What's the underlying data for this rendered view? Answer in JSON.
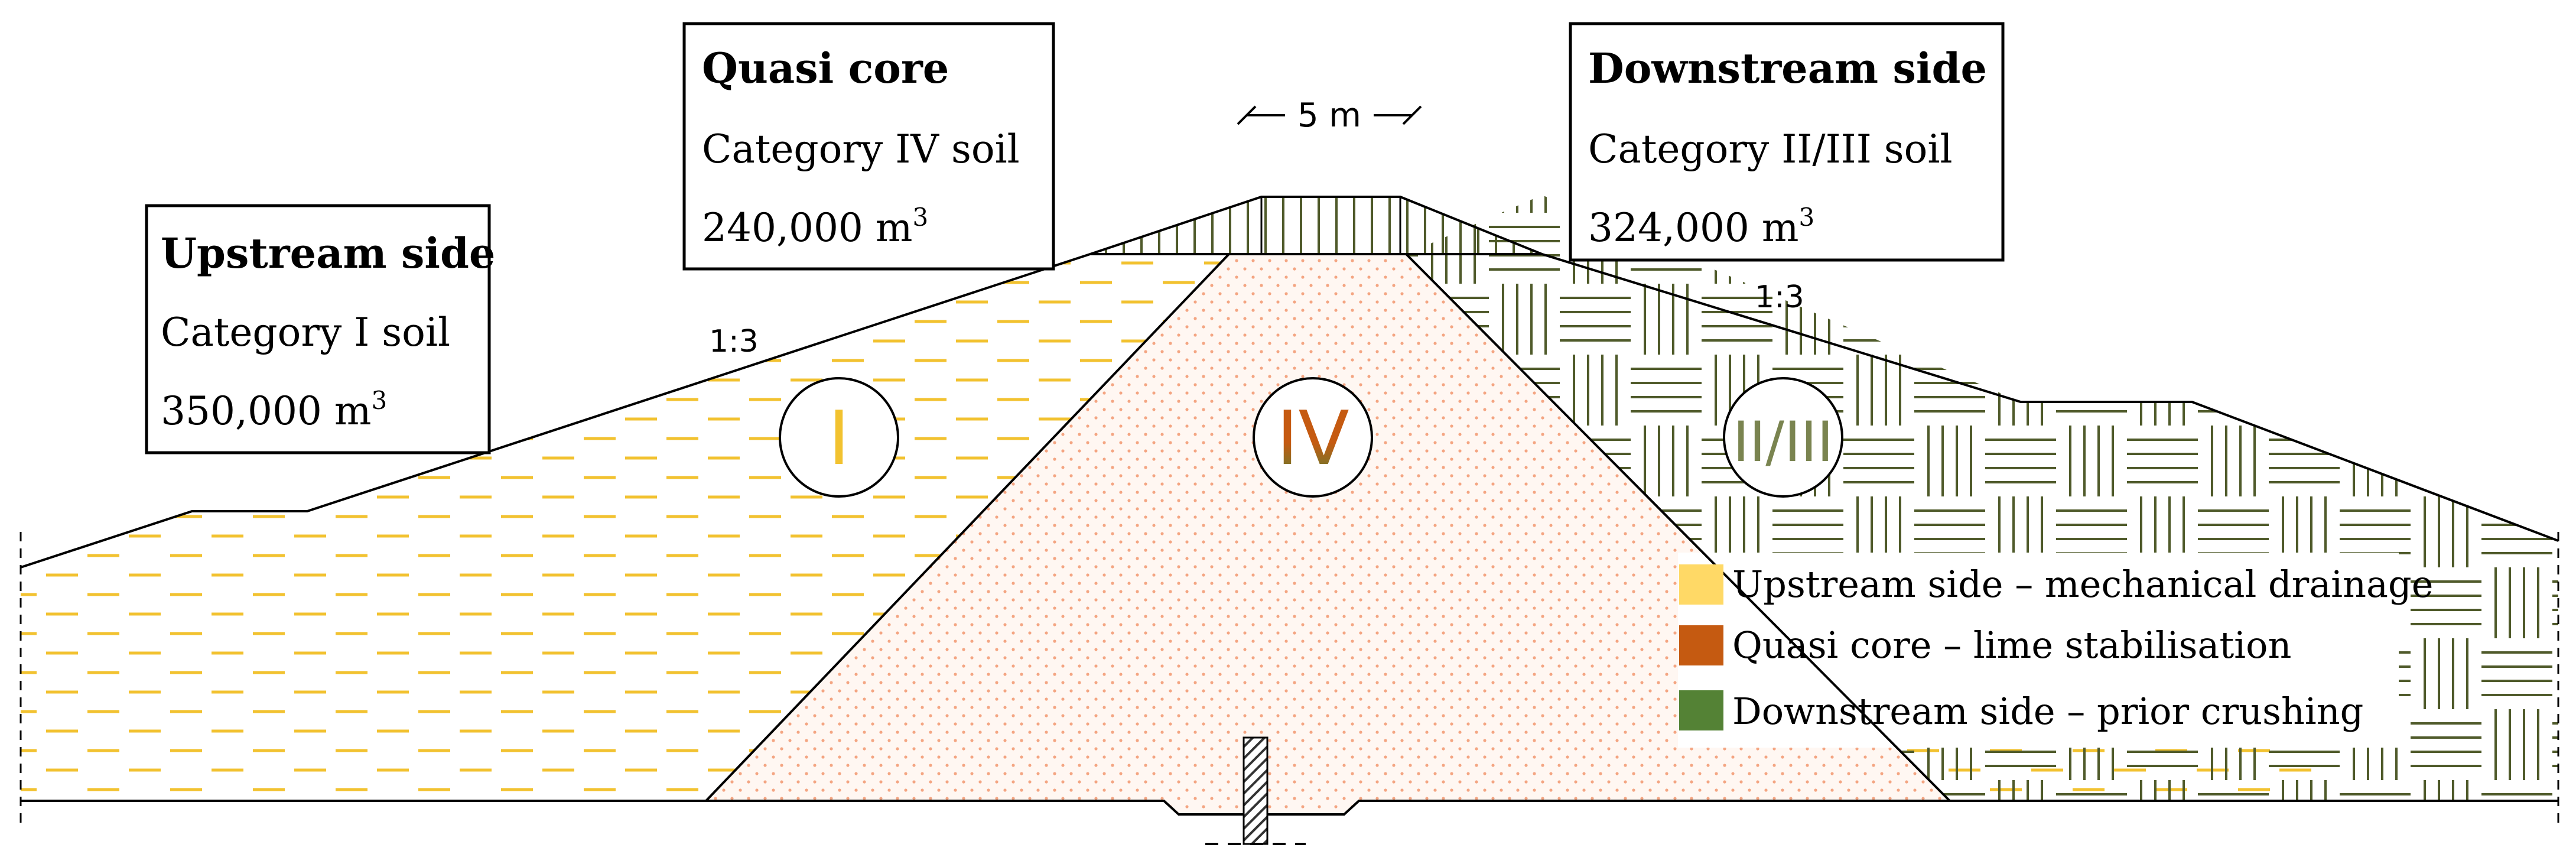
{
  "boxes": {
    "upstream": {
      "title": "Upstream side",
      "category": "Category I soil",
      "volume_num": "350,000 m",
      "volume_sup": "3"
    },
    "core": {
      "title": "Quasi core",
      "category": "Category IV soil",
      "volume_num": "240,000 m",
      "volume_sup": "3"
    },
    "downstream": {
      "title": "Downstream side",
      "category": "Category II/III soil",
      "volume_num": "324,000 m",
      "volume_sup": "3"
    }
  },
  "zones": {
    "upstream": "I",
    "core": "IV",
    "downstream": "II/III"
  },
  "slopes": {
    "upstream": "1:3",
    "downstream": "1:3"
  },
  "crest_width": "5 m",
  "legend": [
    {
      "label": "Upstream side – mechanical drainage",
      "color": "#ffd966"
    },
    {
      "label": "Quasi core – lime stabilisation",
      "color": "#c55a11"
    },
    {
      "label": "Downstream side – prior crushing",
      "color": "#548235"
    }
  ],
  "colors": {
    "upstream_dash": "#f2c230",
    "core_dot": "#f4a582",
    "core_fill": "#fff7f2",
    "downstream_hatch": "#4f5a2a",
    "zone_I": "#f2c230",
    "zone_IV_top": "#c55a11",
    "zone_IV_bottom": "#548235",
    "zone_II_III": "#7a8450"
  }
}
